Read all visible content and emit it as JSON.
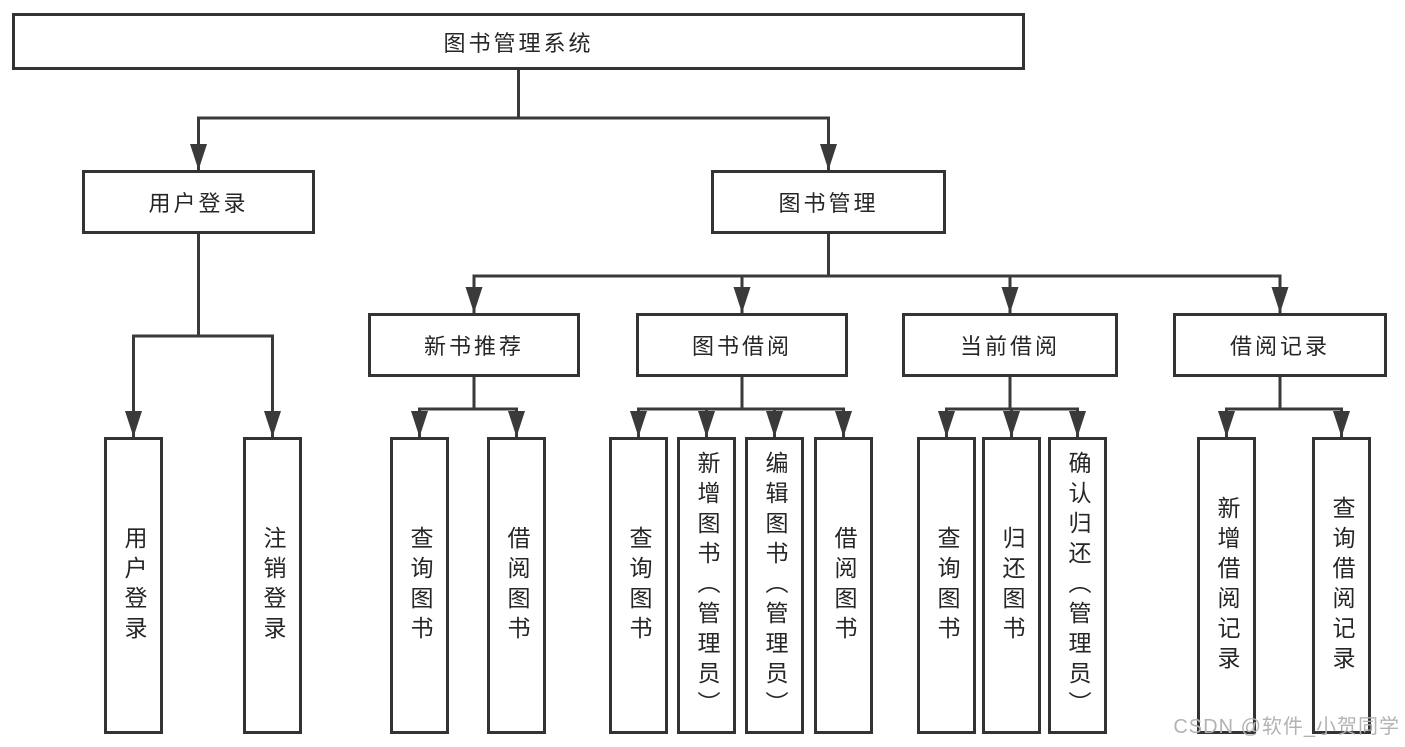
{
  "diagram_title": "图书管理系统",
  "nodes": {
    "root": "图书管理系统",
    "level2": [
      "用户登录",
      "图书管理"
    ],
    "level3": [
      "新书推荐",
      "图书借阅",
      "当前借阅",
      "借阅记录"
    ],
    "leaves": [
      "用户登录",
      "注销登录",
      "查询图书",
      "借阅图书",
      "查询图书",
      "新增图书（管理员）",
      "编辑图书（管理员）",
      "借阅图书",
      "查询图书",
      "归还图书",
      "确认归还（管理员）",
      "新增借阅记录",
      "查询借阅记录"
    ]
  },
  "watermark": "CSDN @软件_小贺同学",
  "colors": {
    "line": "#3a3a3a",
    "border": "#333333",
    "text": "#262626",
    "background": "#ffffff",
    "watermark": "#b3b3b3"
  }
}
